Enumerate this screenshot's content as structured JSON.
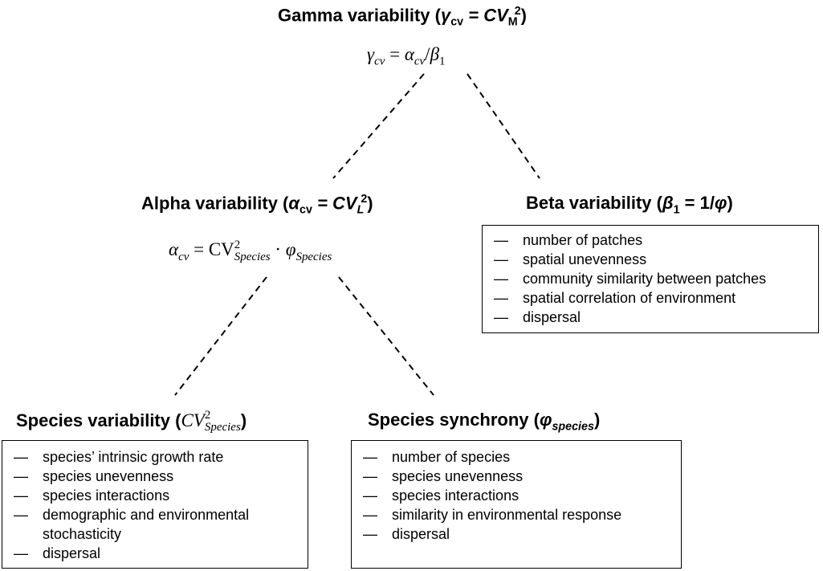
{
  "gamma": {
    "title": "Gamma variability (",
    "symbol": "γ",
    "symbol_sub": "cv",
    "eq": " = CV",
    "eq_sub": "M",
    "eq_sup": "2",
    "close": ")",
    "formula_lhs": "γ",
    "formula_lhs_sub": "cv",
    "formula_eq": " = ",
    "formula_a": "α",
    "formula_a_sub": "cv",
    "formula_slash": "/",
    "formula_b": "β",
    "formula_b_sub": "1"
  },
  "alpha": {
    "title": "Alpha variability (",
    "symbol": "α",
    "symbol_sub": "cv",
    "eq": " = CV",
    "eq_sub": "L",
    "eq_sup": "2",
    "close": ")",
    "formula_lhs": "α",
    "formula_lhs_sub": "cv",
    "formula_eq": " = ",
    "formula_cv": "CV",
    "formula_cv_sup": "2",
    "formula_cv_sub": "Species",
    "formula_dot": " · ",
    "formula_phi": "φ",
    "formula_phi_sub": "Species"
  },
  "beta": {
    "title": "Beta variability (",
    "symbol": "β",
    "symbol_sub": "1",
    "eq": " = 1/",
    "phi": "φ",
    "close": ")",
    "items": [
      "number of patches",
      "spatial unevenness",
      "community similarity between patches",
      "spatial correlation of environment",
      "dispersal"
    ]
  },
  "species_var": {
    "title": "Species variability (",
    "sym": "CV",
    "sym_sup": "2",
    "sym_sub": "Species",
    "close": ")",
    "items": [
      "species’ intrinsic growth rate",
      "species unevenness",
      "species interactions",
      "demographic and environmental stochasticity",
      "dispersal"
    ]
  },
  "species_sync": {
    "title": "Species synchrony (",
    "symbol": "φ",
    "symbol_sub": "species",
    "close": ")",
    "items": [
      "number of species",
      "species unevenness",
      "species interactions",
      "similarity in environmental response",
      "dispersal"
    ]
  },
  "dash_glyph": "—"
}
